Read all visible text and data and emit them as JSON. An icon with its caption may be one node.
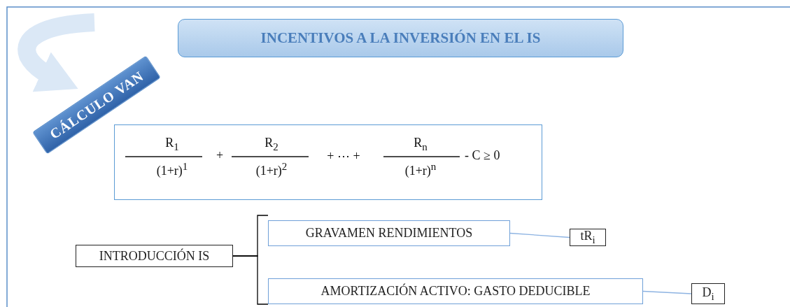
{
  "diagram": {
    "nodes": [
      {
        "text": [
          "INCENTIVOS A LA INVERSIÓN EN EL IS"
        ]
      },
      {
        "text": [
          "CÁLCULO VAN"
        ]
      },
      {
        "text": [
          "R$_{1}$",
          "(1+r)$^{1}$",
          "+",
          "R$_{2}$",
          "(1+r)$^{2}$",
          "+ ⋯ +",
          "R$_{n}$",
          "(1+r)$^{n}$",
          "- C ≥ 0"
        ]
      },
      {
        "text": [
          "INTRODUCCIÓN IS"
        ]
      },
      {
        "text": [
          "GRAVAMEN RENDIMIENTOS"
        ]
      },
      {
        "text": [
          "AMORTIZACIÓN  ACTIVO: GASTO  DEDUCIBLE"
        ]
      },
      {
        "text": [
          "tR$_{i}$"
        ]
      },
      {
        "text": [
          "D$_{i}$"
        ]
      }
    ],
    "edges": [
      {
        "from": null,
        "to": 1,
        "arrow": "to",
        "style": "thick",
        "color": "#dbe8f6"
      },
      {
        "from": 3,
        "to": 4,
        "arrow": "none",
        "color": "#000000"
      },
      {
        "from": 3,
        "to": 5,
        "arrow": "none",
        "color": "#000000"
      },
      {
        "from": 4,
        "to": 6,
        "arrow": "none",
        "color": "#8db3e2"
      },
      {
        "from": 5,
        "to": 7,
        "arrow": "none",
        "color": "#8db3e2"
      }
    ]
  }
}
